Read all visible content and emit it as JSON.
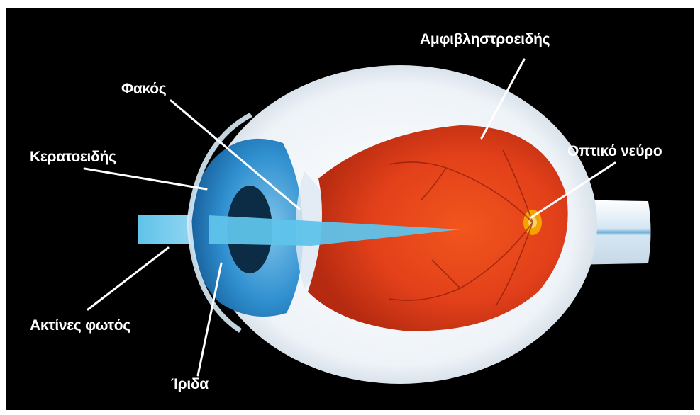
{
  "labels": {
    "retina": "Αμφιβληστροειδής",
    "lens": "Φακός",
    "cornea": "Κερατοειδής",
    "optic_nerve": "Οπτικό νεύρο",
    "light_rays": "Ακτίνες φωτός",
    "iris": "Ίριδα"
  },
  "colors": {
    "background": "#000000",
    "sclera": "#f4f7fb",
    "retina": "#e3401a",
    "iris": "#2f8fcf",
    "light_ray": "#5fc3ea",
    "label_text": "#ffffff"
  }
}
